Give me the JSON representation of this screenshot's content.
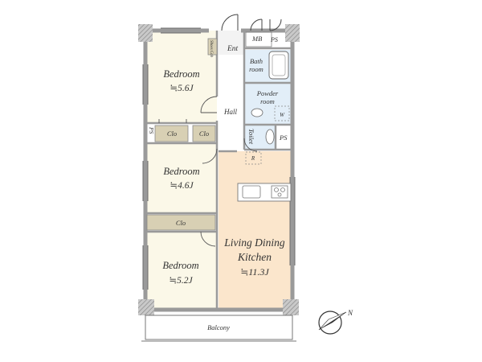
{
  "rooms": {
    "bedroom_top": {
      "name": "Bedroom",
      "size": "≒5.6J"
    },
    "bedroom_mid": {
      "name": "Bedroom",
      "size": "≒4.6J"
    },
    "bedroom_bottom": {
      "name": "Bedroom",
      "size": "≒5.2J"
    },
    "ldk": {
      "line1": "Living Dining",
      "line2": "Kitchen",
      "size": "≒11.3J"
    },
    "bath": {
      "line1": "Bath",
      "line2": "room"
    },
    "powder": {
      "line1": "Powder",
      "line2": "room"
    },
    "toilet": "Toilet",
    "hall": "Hall",
    "entrance": "Ent",
    "balcony": "Balcony"
  },
  "fixtures": {
    "mb": "MB",
    "ps_top": "PS",
    "ps_left": "PS",
    "ps_right": "PS",
    "shoe_cabinet": "Shoes Cab",
    "closet_a": "Clo",
    "closet_b": "Clo",
    "closet_long": "Clo",
    "washer": "W",
    "fridge": "R"
  },
  "compass": {
    "north": "N"
  },
  "colors": {
    "wall": "#9a9a9a",
    "bedroom_floor": "#fbf8e8",
    "ldk_floor": "#fbe6cc",
    "wet_floor": "#e2eef8",
    "hall_floor": "#ffffff",
    "closet_fill": "#d8d0b4"
  }
}
